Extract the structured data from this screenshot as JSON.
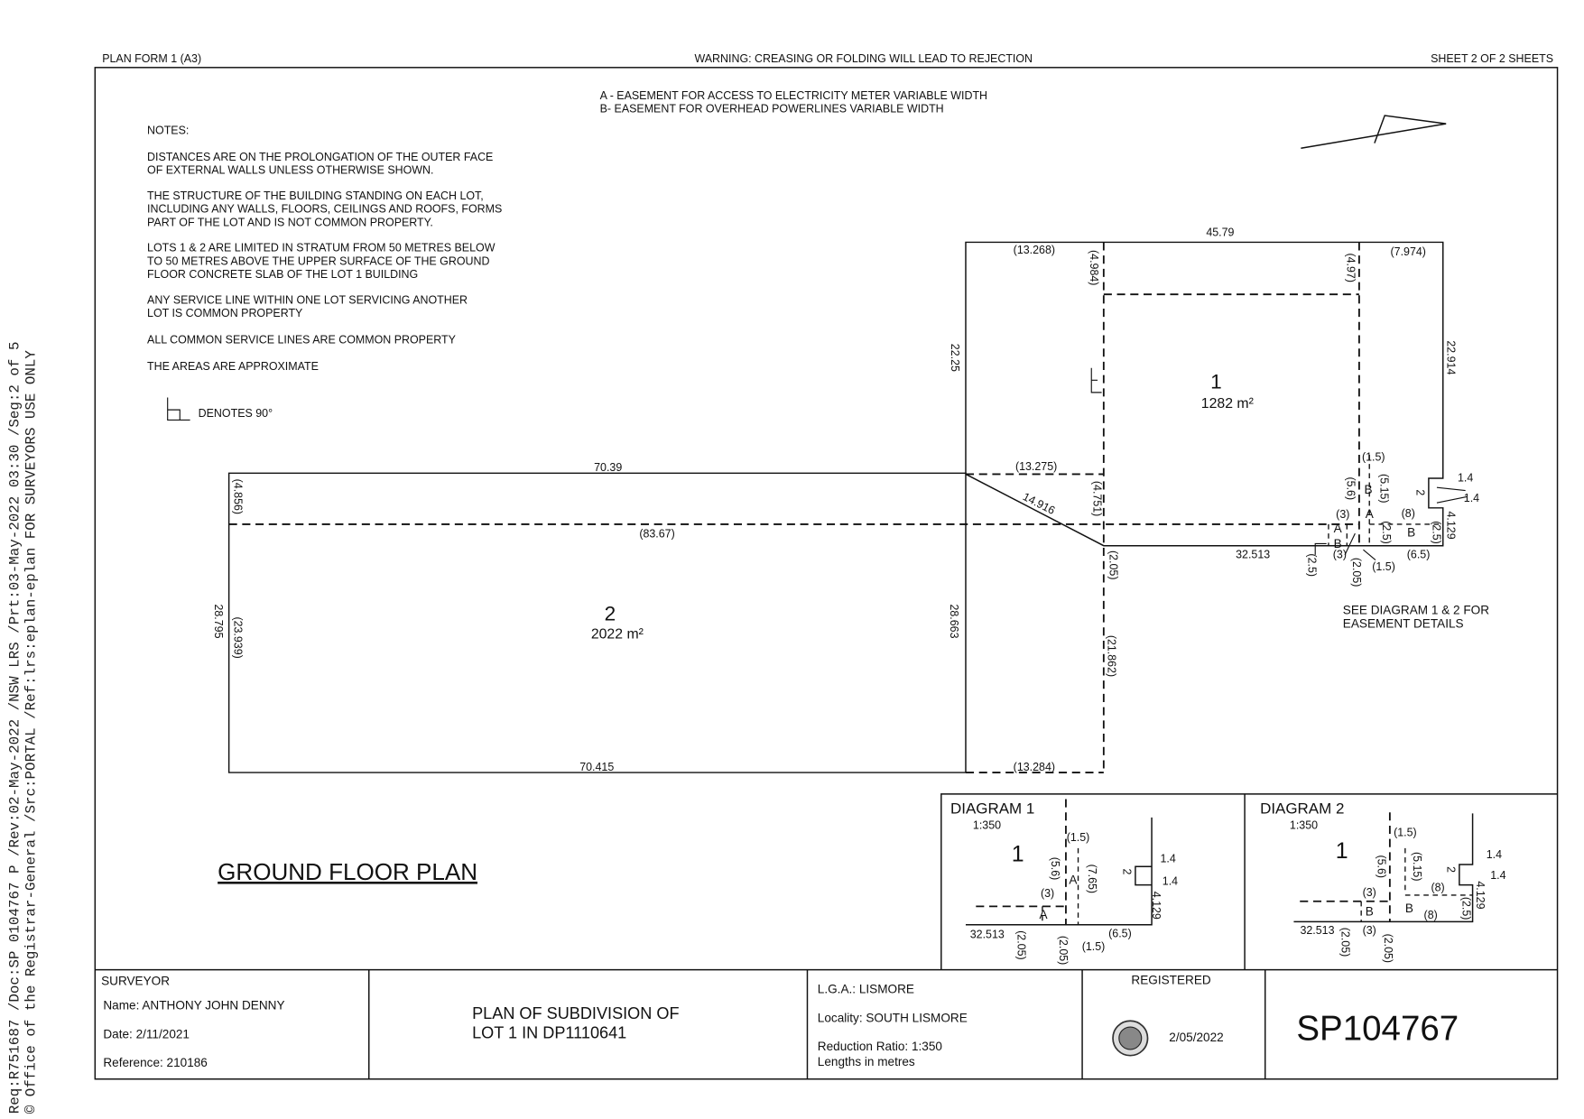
{
  "header": {
    "form": "PLAN FORM 1 (A3)",
    "warning": "WARNING: CREASING OR FOLDING WILL LEAD TO REJECTION",
    "sheet": "SHEET 2 OF 2 SHEETS"
  },
  "side_stamp": {
    "line1": "Req:R751687 /Doc:SP 0104767 P /Rev:02-May-2022 /NSW LRS /Prt:03-May-2022 03:30 /Seg:2 of 5",
    "line2": "© Office of the Registrar-General /Src:PORTAL /Ref:lrs:eplan-eplan FOR SURVEYORS USE ONLY"
  },
  "easements": [
    "A - EASEMENT FOR ACCESS TO ELECTRICITY METER VARIABLE WIDTH",
    "B- EASEMENT FOR OVERHEAD POWERLINES VARIABLE WIDTH"
  ],
  "notes": {
    "title": "NOTES:",
    "lines": [
      "DISTANCES ARE ON THE PROLONGATION OF THE OUTER FACE",
      "OF EXTERNAL WALLS UNLESS OTHERWISE SHOWN.",
      "THE STRUCTURE OF THE BUILDING STANDING ON EACH LOT,",
      "INCLUDING ANY WALLS, FLOORS, CEILINGS AND ROOFS, FORMS",
      "PART OF THE LOT AND IS NOT COMMON PROPERTY.",
      "LOTS 1 & 2 ARE LIMITED IN STRATUM FROM 50 METRES BELOW",
      "TO 50 METRES ABOVE THE UPPER SURFACE OF THE GROUND",
      "FLOOR CONCRETE SLAB OF THE LOT 1 BUILDING",
      "ANY SERVICE LINE WITHIN ONE LOT SERVICING ANOTHER",
      "LOT IS COMMON PROPERTY",
      "ALL COMMON SERVICE LINES ARE COMMON PROPERTY",
      "THE AREAS ARE APPROXIMATE"
    ],
    "denotes": "DENOTES 90°"
  },
  "lots": [
    {
      "number": "1",
      "area": "1282 m²"
    },
    {
      "number": "2",
      "area": "2022 m²"
    }
  ],
  "dims": {
    "top": "45.79",
    "d13268": "(13.268)",
    "d4984": "(4.984)",
    "d497": "(4.97)",
    "d7974": "(7.974)",
    "d2225": "22.25",
    "d22914": "22.914",
    "d7039": "70.39",
    "d13275": "(13.275)",
    "d4856": "(4.856)",
    "d14916": "14.916",
    "d4751": "(4.751)",
    "d8367": "(83.67)",
    "d32513": "32.513",
    "d205a": "(2.05)",
    "d205b": "(2.05)",
    "d25c": "(2.5)",
    "d3a": "(3)",
    "d3b": "(3)",
    "d15a": "(1.5)",
    "d15b": "(1.5)",
    "d56": "(5.6)",
    "d515": "(5.15)",
    "d8": "(8)",
    "d25a": "(2.5)",
    "d25b": "(2.5)",
    "d65": "(6.5)",
    "d14a": "1.4",
    "d14b": "1.4",
    "d4129": "4.129",
    "two": "2",
    "A1": "A",
    "A2": "A",
    "B1": "B",
    "B2": "B",
    "B3": "B",
    "d28795": "28.795",
    "d23939": "(23.939)",
    "d28663": "28.663",
    "d21862": "(21.862)",
    "d70415": "70.415",
    "d13284": "(13.284)"
  },
  "see_diagram": [
    "SEE DIAGRAM 1 & 2 FOR",
    "EASEMENT DETAILS"
  ],
  "plan_title": "GROUND FLOOR PLAN",
  "diagrams": [
    {
      "title": "DIAGRAM 1",
      "scale": "1:350",
      "lot": "1",
      "labels": [
        "(1.5)",
        "(5.6)",
        "A",
        "(7.65)",
        "(3)",
        "A",
        "32.513",
        "(2.05)",
        "(2.05)",
        "(1.5)",
        "(6.5)",
        "1.4",
        "1.4",
        "2",
        "4.129"
      ]
    },
    {
      "title": "DIAGRAM 2",
      "scale": "1:350",
      "lot": "1",
      "labels": [
        "(1.5)",
        "(5.6)",
        "(5.15)",
        "(3)",
        "B",
        "B",
        "(8)",
        "(8)",
        "(2.5)",
        "32.513",
        "(2.05)",
        "(3)",
        "(2.05)",
        "1.4",
        "1.4",
        "2",
        "4.129"
      ]
    }
  ],
  "title_block": {
    "surveyor_label": "SURVEYOR",
    "name": "Name: ANTHONY JOHN DENNY",
    "date": "Date: 2/11/2021",
    "reference": "Reference: 210186",
    "plan_title": [
      "PLAN OF SUBDIVISION OF",
      "LOT 1 IN DP1110641"
    ],
    "lga": "L.G.A.: LISMORE",
    "locality": "Locality: SOUTH LISMORE",
    "ratio": "Reduction Ratio: 1:350",
    "lengths": "Lengths in metres",
    "registered_label": "REGISTERED",
    "registered_date": "2/05/2022",
    "plan_number": "SP104767"
  }
}
